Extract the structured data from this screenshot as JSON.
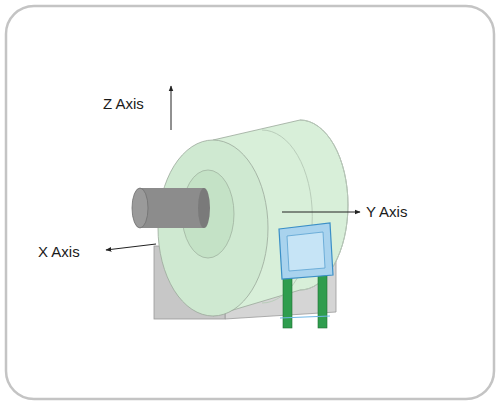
{
  "diagram": {
    "labels": [
      "Z Axis",
      "Y Axis",
      "X Axis"
    ]
  }
}
